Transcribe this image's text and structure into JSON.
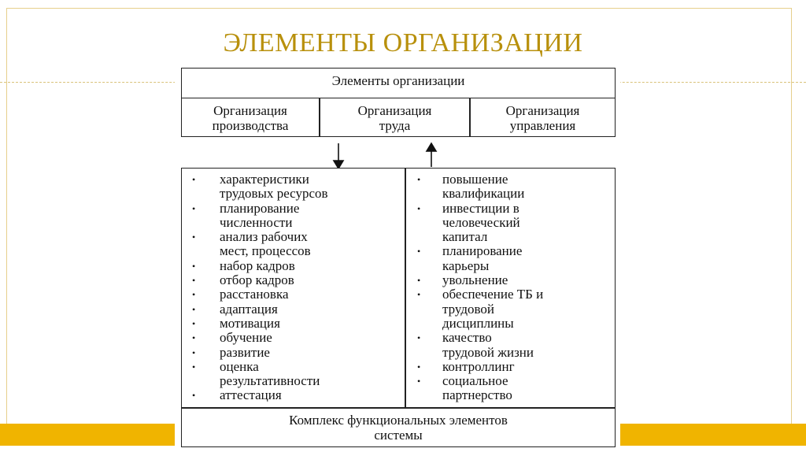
{
  "title": "ЭЛЕМЕНТЫ ОРГАНИЗАЦИИ",
  "diagram": {
    "header": "Элементы организации",
    "columns": [
      {
        "line1": "Организация",
        "line2": "производства"
      },
      {
        "line1": "Организация",
        "line2": "труда"
      },
      {
        "line1": "Организация",
        "line2": "управления"
      }
    ],
    "left_items": [
      {
        "l1": "характеристики",
        "l2": "трудовых ресурсов"
      },
      {
        "l1": "планирование",
        "l2": "численности"
      },
      {
        "l1": "анализ рабочих",
        "l2": "мест, процессов"
      },
      {
        "l1": "набор кадров",
        "l2": ""
      },
      {
        "l1": "отбор кадров",
        "l2": ""
      },
      {
        "l1": "расстановка",
        "l2": ""
      },
      {
        "l1": "адаптация",
        "l2": ""
      },
      {
        "l1": "мотивация",
        "l2": ""
      },
      {
        "l1": "обучение",
        "l2": ""
      },
      {
        "l1": "развитие",
        "l2": ""
      },
      {
        "l1": "оценка",
        "l2": "результативности"
      },
      {
        "l1": "аттестация",
        "l2": ""
      }
    ],
    "right_items": [
      {
        "l1": "повышение",
        "l2": "квалификации",
        "l3": ""
      },
      {
        "l1": "инвестиции в",
        "l2": "человеческий",
        "l3": "капитал"
      },
      {
        "l1": "планирование",
        "l2": "карьеры",
        "l3": ""
      },
      {
        "l1": "увольнение",
        "l2": "",
        "l3": ""
      },
      {
        "l1": "обеспечение ТБ и",
        "l2": "трудовой",
        "l3": "дисциплины"
      },
      {
        "l1": "качество",
        "l2": "трудовой жизни",
        "l3": ""
      },
      {
        "l1": "контроллинг",
        "l2": "",
        "l3": ""
      },
      {
        "l1": "социальное",
        "l2": "партнерство",
        "l3": ""
      }
    ],
    "footer": {
      "line1": "Комплекс функциональных элементов",
      "line2": "системы"
    }
  }
}
